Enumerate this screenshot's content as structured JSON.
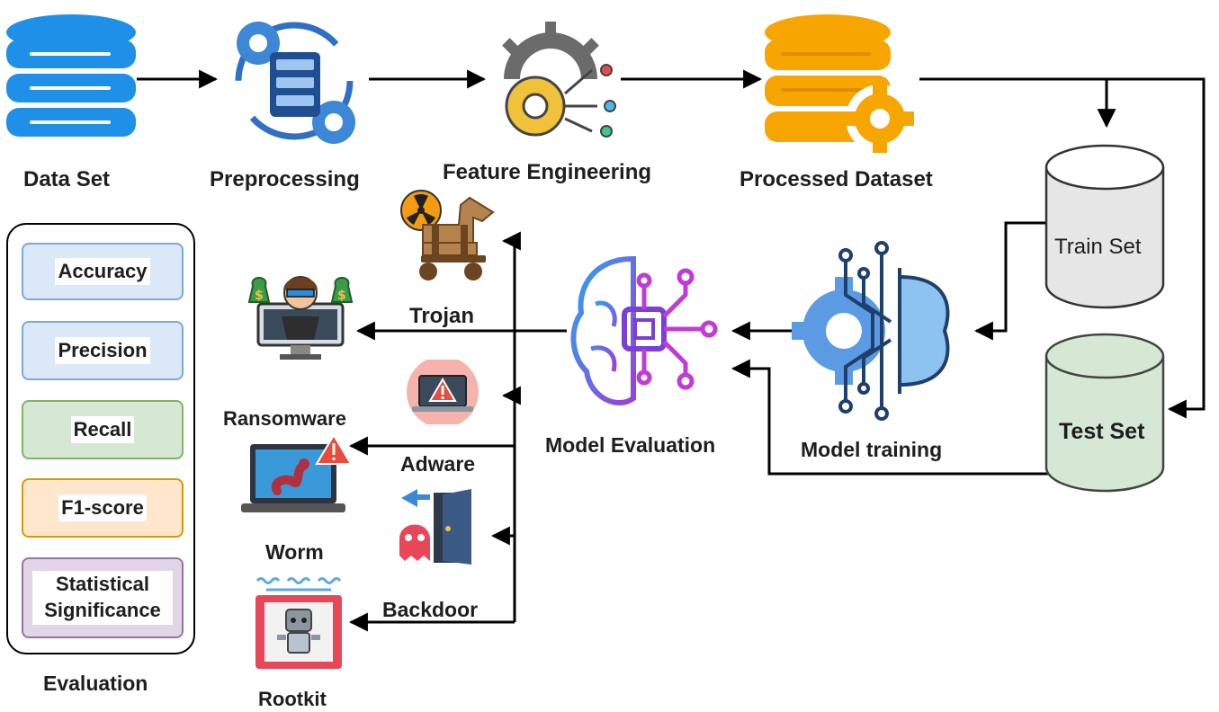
{
  "pipeline": {
    "data_set": "Data Set",
    "preprocessing": "Preprocessing",
    "feature_engineering": "Feature Engineering",
    "processed_dataset": "Processed Dataset",
    "train_set": "Train Set",
    "test_set": "Test Set",
    "model_training": "Model training",
    "model_evaluation": "Model Evaluation"
  },
  "malware": {
    "trojan": "Trojan",
    "ransomware": "Ransomware",
    "adware": "Adware",
    "worm": "Worm",
    "backdoor": "Backdoor",
    "rootkit": "Rootkit"
  },
  "evaluation": {
    "title": "Evaluation",
    "metrics": [
      {
        "label": "Accuracy",
        "fill": "#dbe8f8",
        "border": "#7ea6e0"
      },
      {
        "label": "Precision",
        "fill": "#dbe8f8",
        "border": "#7ea6e0"
      },
      {
        "label": "Recall",
        "fill": "#d5e8d4",
        "border": "#82b366"
      },
      {
        "label": "F1-score",
        "fill": "#ffe6cc",
        "border": "#d79b00"
      },
      {
        "label": "Statistical Significance",
        "fill": "#e1d5e7",
        "border": "#9673a6"
      }
    ]
  },
  "colors": {
    "dataset_blue": "#1e90e8",
    "processed_orange": "#f7a500",
    "test_green": "#d5e8d4",
    "train_gray": "#e6e6e6",
    "gear_blue": "#3c87d6",
    "gear_yellow": "#f0c23a"
  }
}
